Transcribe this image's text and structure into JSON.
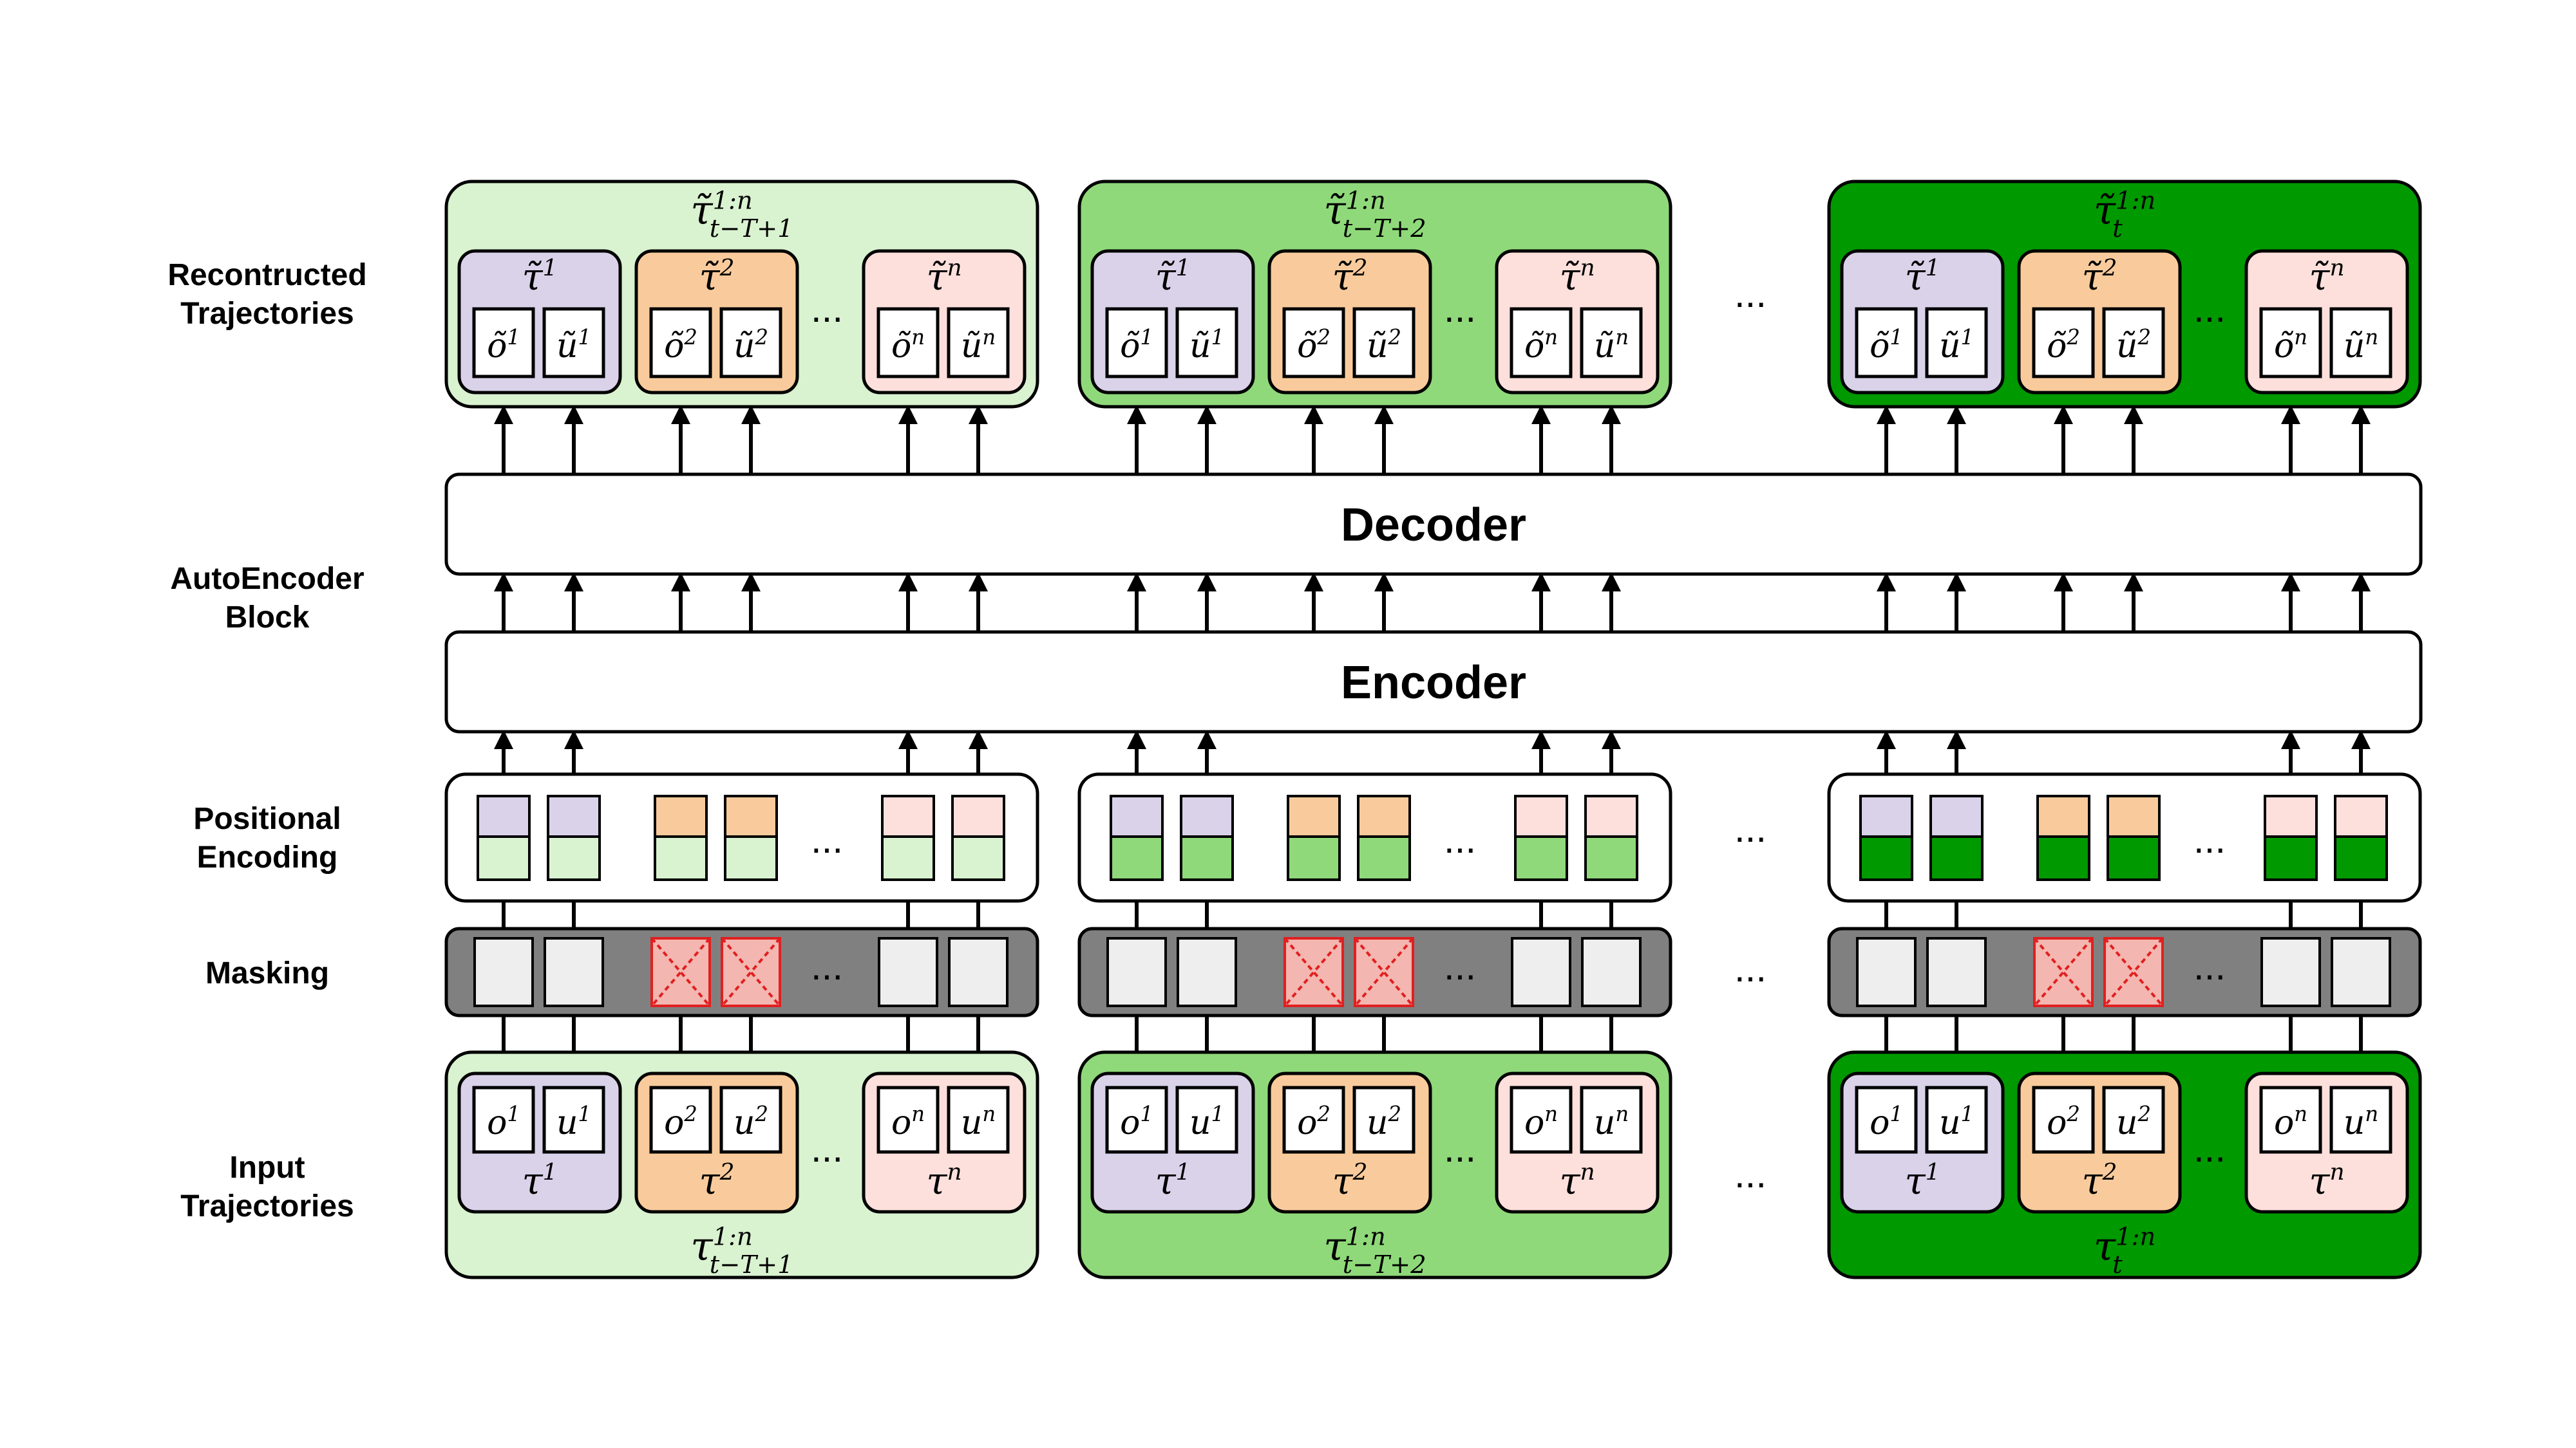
{
  "row_labels": {
    "reconstructed": [
      "Recontructed",
      "Trajectories"
    ],
    "autoencoder": [
      "AutoEncoder",
      "Block"
    ],
    "positional": [
      "Positional",
      "Encoding"
    ],
    "masking": [
      "Masking"
    ],
    "input": [
      "Input",
      "Trajectories"
    ]
  },
  "blocks": {
    "decoder": "Decoder",
    "encoder": "Encoder"
  },
  "ellipsis": "...",
  "groups": [
    {
      "recon_title": "τ̃",
      "recon_sup": "1:n",
      "recon_sub": "t−T+1",
      "input_title": "τ",
      "input_sup": "1:n",
      "input_sub": "t−T+1"
    },
    {
      "recon_title": "τ̃",
      "recon_sup": "1:n",
      "recon_sub": "t−T+2",
      "input_title": "τ",
      "input_sup": "1:n",
      "input_sub": "t−T+2"
    },
    {
      "recon_title": "τ̃",
      "recon_sup": "1:n",
      "recon_sub": "t",
      "input_title": "τ",
      "input_sup": "1:n",
      "input_sub": "t"
    }
  ],
  "agents": [
    {
      "sup": "1",
      "recon_label": "τ̃",
      "input_label": "τ",
      "obs": "o",
      "act": "u",
      "obs_recon": "õ",
      "act_recon": "ũ"
    },
    {
      "sup": "2",
      "recon_label": "τ̃",
      "input_label": "τ",
      "obs": "o",
      "act": "u",
      "obs_recon": "õ",
      "act_recon": "ũ"
    },
    {
      "sup": "n",
      "recon_label": "τ̃",
      "input_label": "τ",
      "obs": "o",
      "act": "u",
      "obs_recon": "õ",
      "act_recon": "ũ"
    }
  ],
  "colors": {
    "group_fills": [
      "#d9f2d0",
      "#8fd97a",
      "#009900"
    ],
    "agent_fills": [
      "#d9d2e9",
      "#f9cb9c",
      "#fde0dc"
    ],
    "mask_band": "#808080",
    "token_fill": "#eeeeee",
    "masked_fill": "#f4b6b0",
    "masked_cross": "#e02020"
  }
}
